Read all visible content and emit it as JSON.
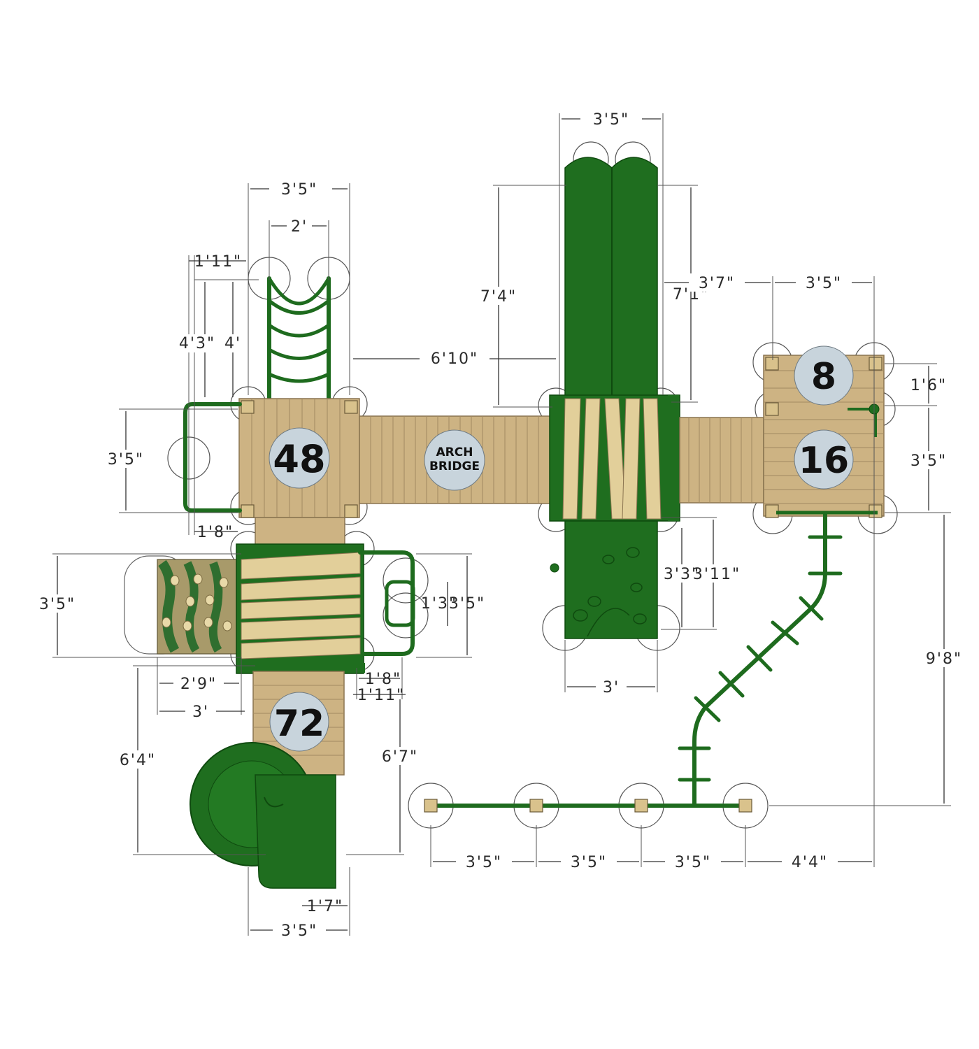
{
  "labels": {
    "deck_48": "48",
    "deck_8": "8",
    "deck_16": "16",
    "deck_72": "72",
    "bridge_line1": "ARCH",
    "bridge_line2": "BRIDGE"
  },
  "dimensions": {
    "top_ladder_width": "3'5\"",
    "ladder_inner": "2'",
    "ladder_offset": "1'11\"",
    "ladder_height_a": "4'3\"",
    "ladder_height_b": "4'",
    "deck48_height": "3'5\"",
    "deck48_bottom_offset": "1'8\"",
    "bridge_gap": "6'10\"",
    "tower_top_width": "3'5\"",
    "tower_left_height": "7'4\"",
    "tower_right_height": "7'1\"",
    "gap_to_right_deck": "3'7\"",
    "right_deck_width": "3'5\"",
    "deck8_offset": "1'6\"",
    "deck16_height": "3'5\"",
    "climber_height": "3'5\"",
    "side_panel_a": "1'3\"",
    "side_panel_b": "3'5\"",
    "wall_width_a": "2'9\"",
    "wall_width_b": "3'",
    "small_offset_a": "1'8\"",
    "small_offset_b": "1'11\"",
    "slide_drop": "6'4\"",
    "slide_run": "6'7\"",
    "slide_exit": "1'7\"",
    "slide_width": "3'5\"",
    "lower_tower_a": "3'3\"",
    "lower_tower_b": "3'11\"",
    "lower_tower_width": "3'",
    "monkey_bar_drop": "9'8\"",
    "swing_span_1": "3'5\"",
    "swing_span_2": "3'5\"",
    "swing_span_3": "3'5\"",
    "swing_span_4": "4'4\""
  },
  "colors": {
    "deck": "#cdb383",
    "green": "#1f6e1f",
    "badge": "#c8d4dc"
  }
}
